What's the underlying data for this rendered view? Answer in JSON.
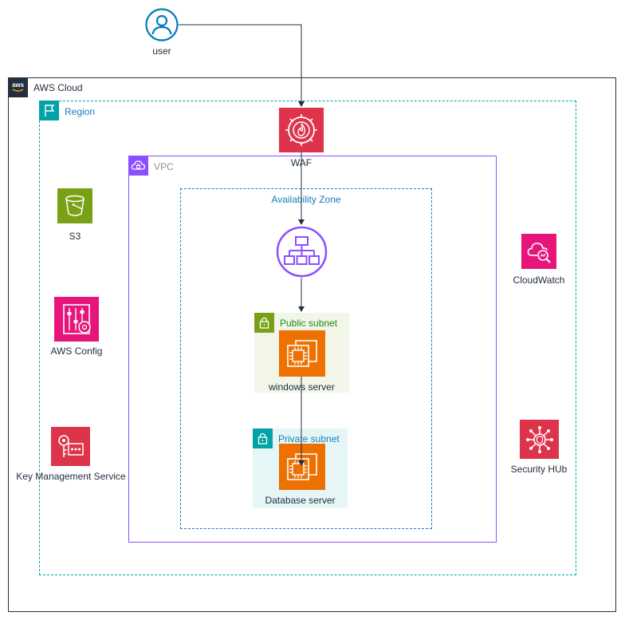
{
  "diagram": {
    "user": {
      "label": "user"
    },
    "aws_cloud": {
      "label": "AWS Cloud"
    },
    "region": {
      "label": "Region"
    },
    "vpc": {
      "label": "VPC"
    },
    "availability_zone": {
      "label": "Availability Zone"
    },
    "public_subnet": {
      "label": "Public subnet"
    },
    "private_subnet": {
      "label": "Private subnet"
    },
    "services": {
      "waf": {
        "label": "WAF",
        "icon": "waf-icon"
      },
      "s3": {
        "label": "S3",
        "icon": "s3-bucket-icon"
      },
      "aws_config": {
        "label": "AWS Config",
        "icon": "aws-config-icon"
      },
      "kms": {
        "label": "Key Management Service",
        "icon": "kms-icon"
      },
      "cloudwatch": {
        "label": "CloudWatch",
        "icon": "cloudwatch-icon"
      },
      "security_hub": {
        "label": "Security HUb",
        "icon": "security-hub-icon"
      },
      "load_balancer": {
        "label": "",
        "icon": "elastic-load-balancer-icon"
      },
      "windows_server": {
        "label": "windows server",
        "icon": "ec2-instance-icon"
      },
      "database_server": {
        "label": "Database server",
        "icon": "ec2-instance-icon"
      }
    },
    "colors": {
      "waf": "#dd344c",
      "s3": "#7aa116",
      "management": "#e7157b",
      "security": "#dd344c",
      "compute": "#ed7100",
      "networking": "#8c4fff",
      "region": "#00a4a6",
      "public_subnet_fill": "#f2f6e8",
      "public_subnet_text": "#248814",
      "private_subnet_fill": "#e6f6f7",
      "private_subnet_text": "#147eba",
      "cloud_border": "#232f3e",
      "user": "#007cbc"
    }
  }
}
